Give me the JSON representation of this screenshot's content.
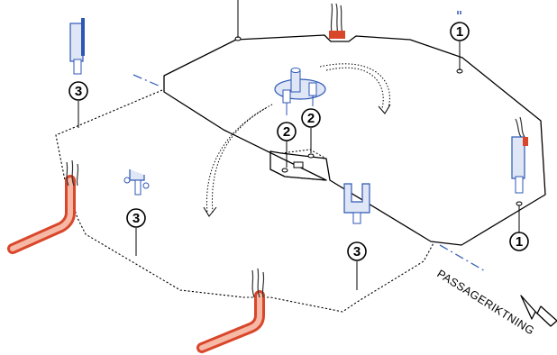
{
  "callouts": {
    "c1_top": "1",
    "c1_right": "1",
    "c2_left": "2",
    "c2_right": "2",
    "c3_left_top": "3",
    "c3_left_mid": "3",
    "c3_center": "3"
  },
  "direction_label": "PASSAGERIKTNING",
  "colors": {
    "line": "#000000",
    "dashed_line": "#000000",
    "axis": "#3b63b8",
    "sensor_blue": "#2d57b5",
    "sensor_fill": "#dfe6f5",
    "cable_red": "#d9472b",
    "cable_red_light": "#f6b9a6"
  }
}
